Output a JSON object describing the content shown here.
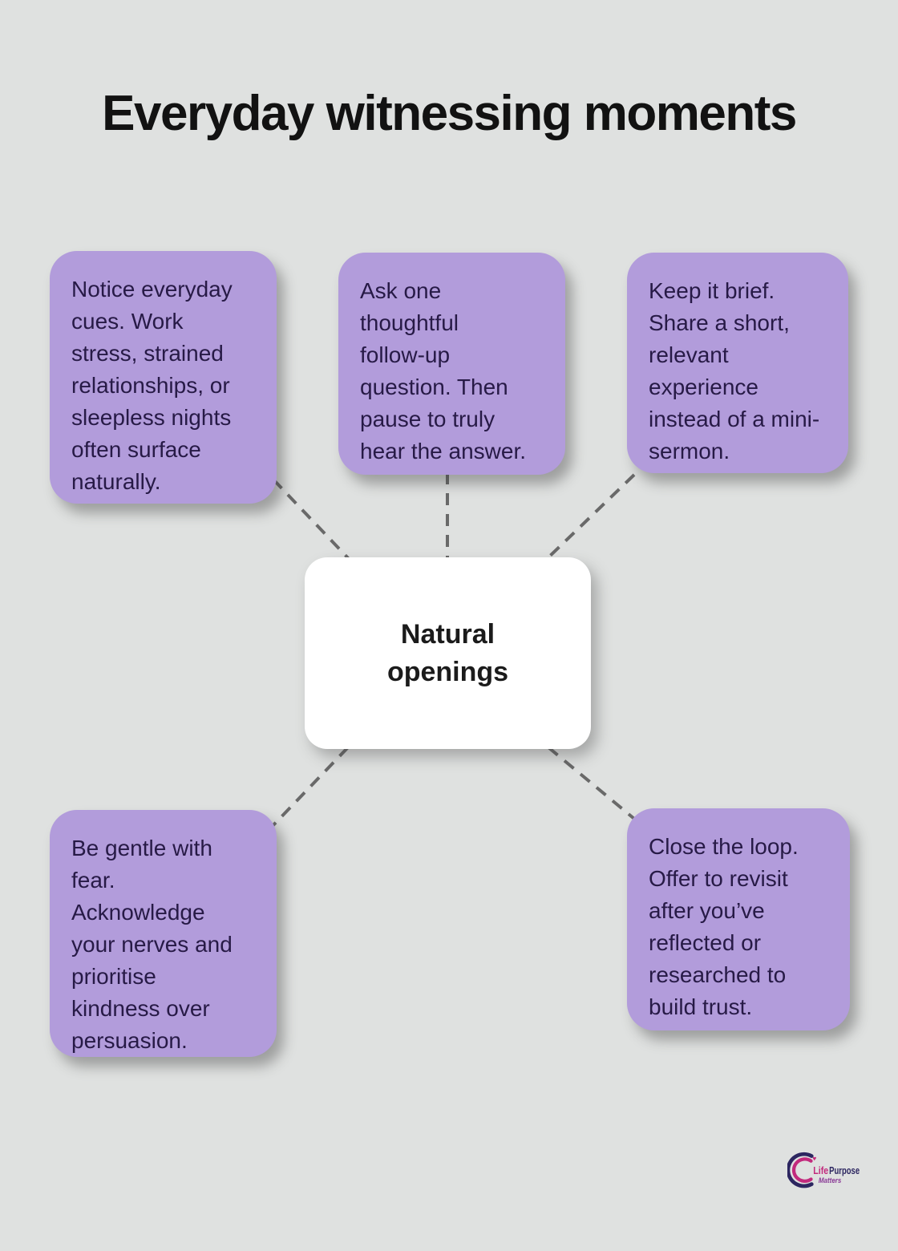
{
  "title": "Everyday witnessing moments",
  "diagram": {
    "center": {
      "label": "Natural\nopenings",
      "bg": "#ffffff",
      "text_color": "#1b1b1b"
    },
    "nodes": [
      {
        "id": "top-left",
        "text": "Notice everyday\ncues. Work\nstress, strained\nrelationships, or\nsleepless nights\noften surface\nnaturally."
      },
      {
        "id": "top-middle",
        "text": "Ask one\nthoughtful\nfollow-up\nquestion. Then\npause to truly\nhear the answer."
      },
      {
        "id": "top-right",
        "text": "Keep it brief.\nShare a short,\nrelevant\nexperience\ninstead of a mini-\nsermon."
      },
      {
        "id": "bottom-left",
        "text": "Be gentle with\nfear.\nAcknowledge\nyour nerves and\nprioritise\nkindness over\npersuasion."
      },
      {
        "id": "bottom-right",
        "text": "Close the loop.\nOffer to revisit\nafter you’ve\nreflected or\nresearched to\nbuild trust."
      }
    ],
    "node_bg": "#b29cdb",
    "node_text_color": "#271a46",
    "connector_color": "#696969",
    "background_color": "#dfe1e0"
  },
  "logo": {
    "brand_life": "Life",
    "brand_purpose": "Purpose",
    "tagline": "Matters",
    "heart_icon": "♥",
    "colors": {
      "magenta": "#c22a7d",
      "navy": "#2c2660",
      "purple": "#8a3a96"
    }
  }
}
